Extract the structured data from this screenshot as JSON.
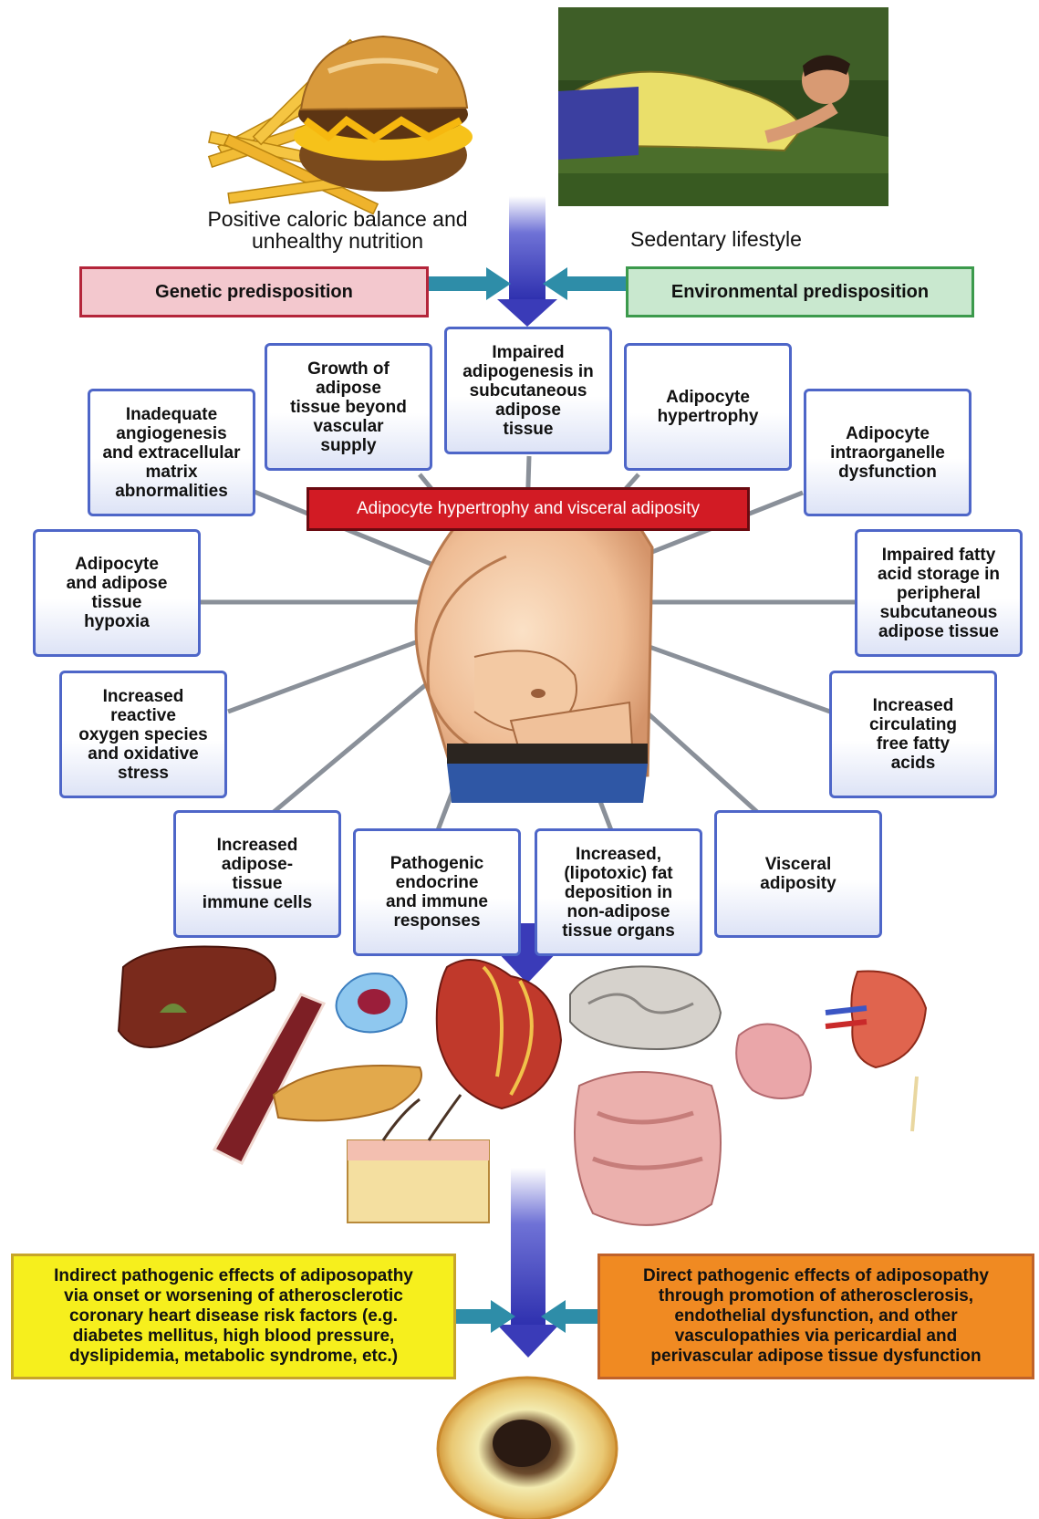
{
  "colors": {
    "arrow_blue": "#3a3bb8",
    "node_border": "#4e66c8",
    "genetic_fill": "#f3c8ce",
    "genetic_border": "#b4253a",
    "environmental_fill": "#c9e8cf",
    "environmental_border": "#3c9a4c",
    "central_fill": "#d21b24",
    "indirect_fill": "#f6ef1d",
    "direct_fill": "#f08a22",
    "teal_arrow": "#2e8da8"
  },
  "illustrations": {
    "food": "burger-and-fries",
    "lifestyle": "man-on-couch",
    "abdomen": "obese-abdomen",
    "organs": [
      "liver",
      "muscle",
      "immune-cell",
      "pancreas",
      "heart",
      "skin",
      "brain",
      "intestines",
      "thyroid",
      "kidney"
    ],
    "artery": "artery-cross-section"
  },
  "inputs": {
    "nutrition": [
      "Positive caloric balance and",
      "unhealthy nutrition"
    ],
    "lifestyle": "Sedentary lifestyle"
  },
  "predisposition": {
    "genetic": "Genetic predisposition",
    "environmental": "Environmental predisposition"
  },
  "central": "Adipocyte hypertrophy and visceral adiposity",
  "factors": {
    "angiogenesis": [
      "Inadequate",
      "angiogenesis",
      "and extracellular",
      "matrix",
      "abnormalities"
    ],
    "growth": [
      "Growth of",
      "adipose",
      "tissue beyond",
      "vascular",
      "supply"
    ],
    "adipogenesis": [
      "Impaired",
      "adipogenesis in",
      "subcutaneous",
      "adipose",
      "tissue"
    ],
    "hypertrophy": [
      "Adipocyte",
      "hypertrophy"
    ],
    "intraorganelle": [
      "Adipocyte",
      "intraorganelle",
      "dysfunction"
    ],
    "hypoxia": [
      "Adipocyte",
      "and adipose",
      "tissue",
      "hypoxia"
    ],
    "fatty_acid_storage": [
      "Impaired fatty",
      "acid storage in",
      "peripheral",
      "subcutaneous",
      "adipose tissue"
    ],
    "oxygen_species": [
      "Increased",
      "reactive",
      "oxygen species",
      "and oxidative",
      "stress"
    ],
    "free_fatty_acids": [
      "Increased",
      "circulating",
      "free fatty",
      "acids"
    ],
    "immune_cells": [
      "Increased",
      "adipose-",
      "tissue",
      "immune cells"
    ],
    "endocrine": [
      "Pathogenic",
      "endocrine",
      "and immune",
      "responses"
    ],
    "lipotoxic": [
      "Increased,",
      "(lipotoxic) fat",
      "deposition in",
      "non-adipose",
      "tissue organs"
    ],
    "visceral": [
      "Visceral",
      "adiposity"
    ]
  },
  "effects": {
    "indirect": [
      "Indirect pathogenic effects of adiposopathy",
      "via onset or worsening of atherosclerotic",
      "coronary heart disease risk factors (e.g.",
      "diabetes mellitus, high blood pressure,",
      "dyslipidemia, metabolic syndrome, etc.)"
    ],
    "direct": [
      "Direct pathogenic effects of adiposopathy",
      "through promotion of atherosclerosis,",
      "endothelial dysfunction, and other",
      "vasculopathies via pericardial and",
      "perivascular adipose tissue dysfunction"
    ]
  }
}
